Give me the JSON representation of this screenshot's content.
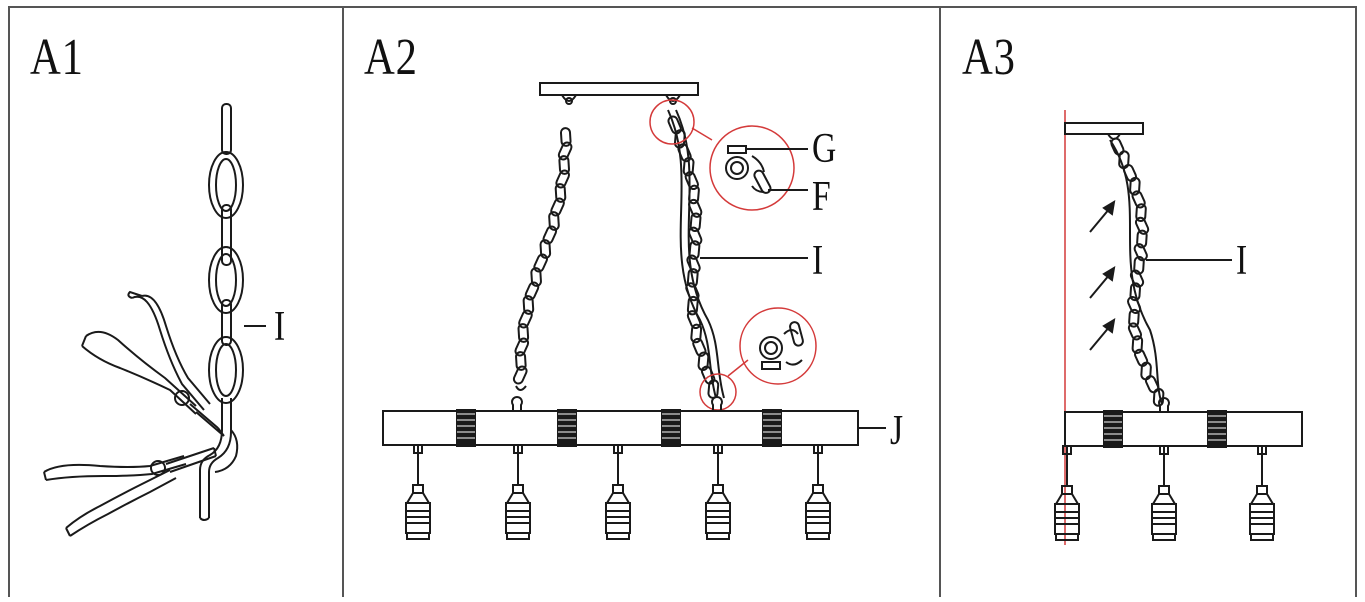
{
  "panels": [
    {
      "title": "A1",
      "labels": {
        "chain": "I"
      }
    },
    {
      "title": "A2",
      "labels": {
        "hook": "G",
        "carabiner": "F",
        "chain": "I",
        "beam": "J"
      }
    },
    {
      "title": "A3",
      "labels": {
        "chain": "I"
      }
    }
  ],
  "colors": {
    "line": "#1a1a1a",
    "highlight": "#d43a3a",
    "frame": "#555555"
  },
  "icons": [
    "pliers-icon",
    "chain-icon",
    "hook-icon",
    "carabiner-icon",
    "arrow-icon",
    "lamp-socket-icon"
  ]
}
